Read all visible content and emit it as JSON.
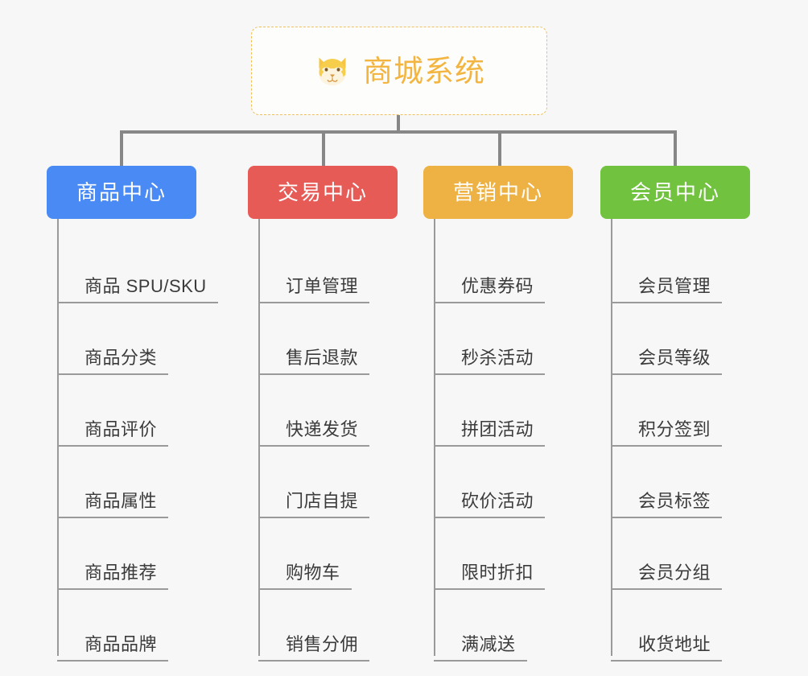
{
  "diagram": {
    "type": "org-chart",
    "background_color": "#f7f7f7",
    "connector_color": "#878787",
    "leaf_line_color": "#9a9a9a",
    "leaf_text_color": "#3b3b3b"
  },
  "root": {
    "title": "商城系统",
    "icon": "shiba-dog-face-emoji",
    "text_color": "#f3b53f",
    "border_color": "#f0c05a",
    "background_color": "#fdfdfc"
  },
  "columns": [
    {
      "header": "商品中心",
      "color": "#4a8af4",
      "items": [
        "商品 SPU/SKU",
        "商品分类",
        "商品评价",
        "商品属性",
        "商品推荐",
        "商品品牌"
      ]
    },
    {
      "header": "交易中心",
      "color": "#e75b57",
      "items": [
        "订单管理",
        "售后退款",
        "快递发货",
        "门店自提",
        "购物车",
        "销售分佣"
      ]
    },
    {
      "header": "营销中心",
      "color": "#eeb244",
      "items": [
        "优惠券码",
        "秒杀活动",
        "拼团活动",
        "砍价活动",
        "限时折扣",
        "满减送"
      ]
    },
    {
      "header": "会员中心",
      "color": "#71c23f",
      "items": [
        "会员管理",
        "会员等级",
        "积分签到",
        "会员标签",
        "会员分组",
        "收货地址"
      ]
    }
  ]
}
